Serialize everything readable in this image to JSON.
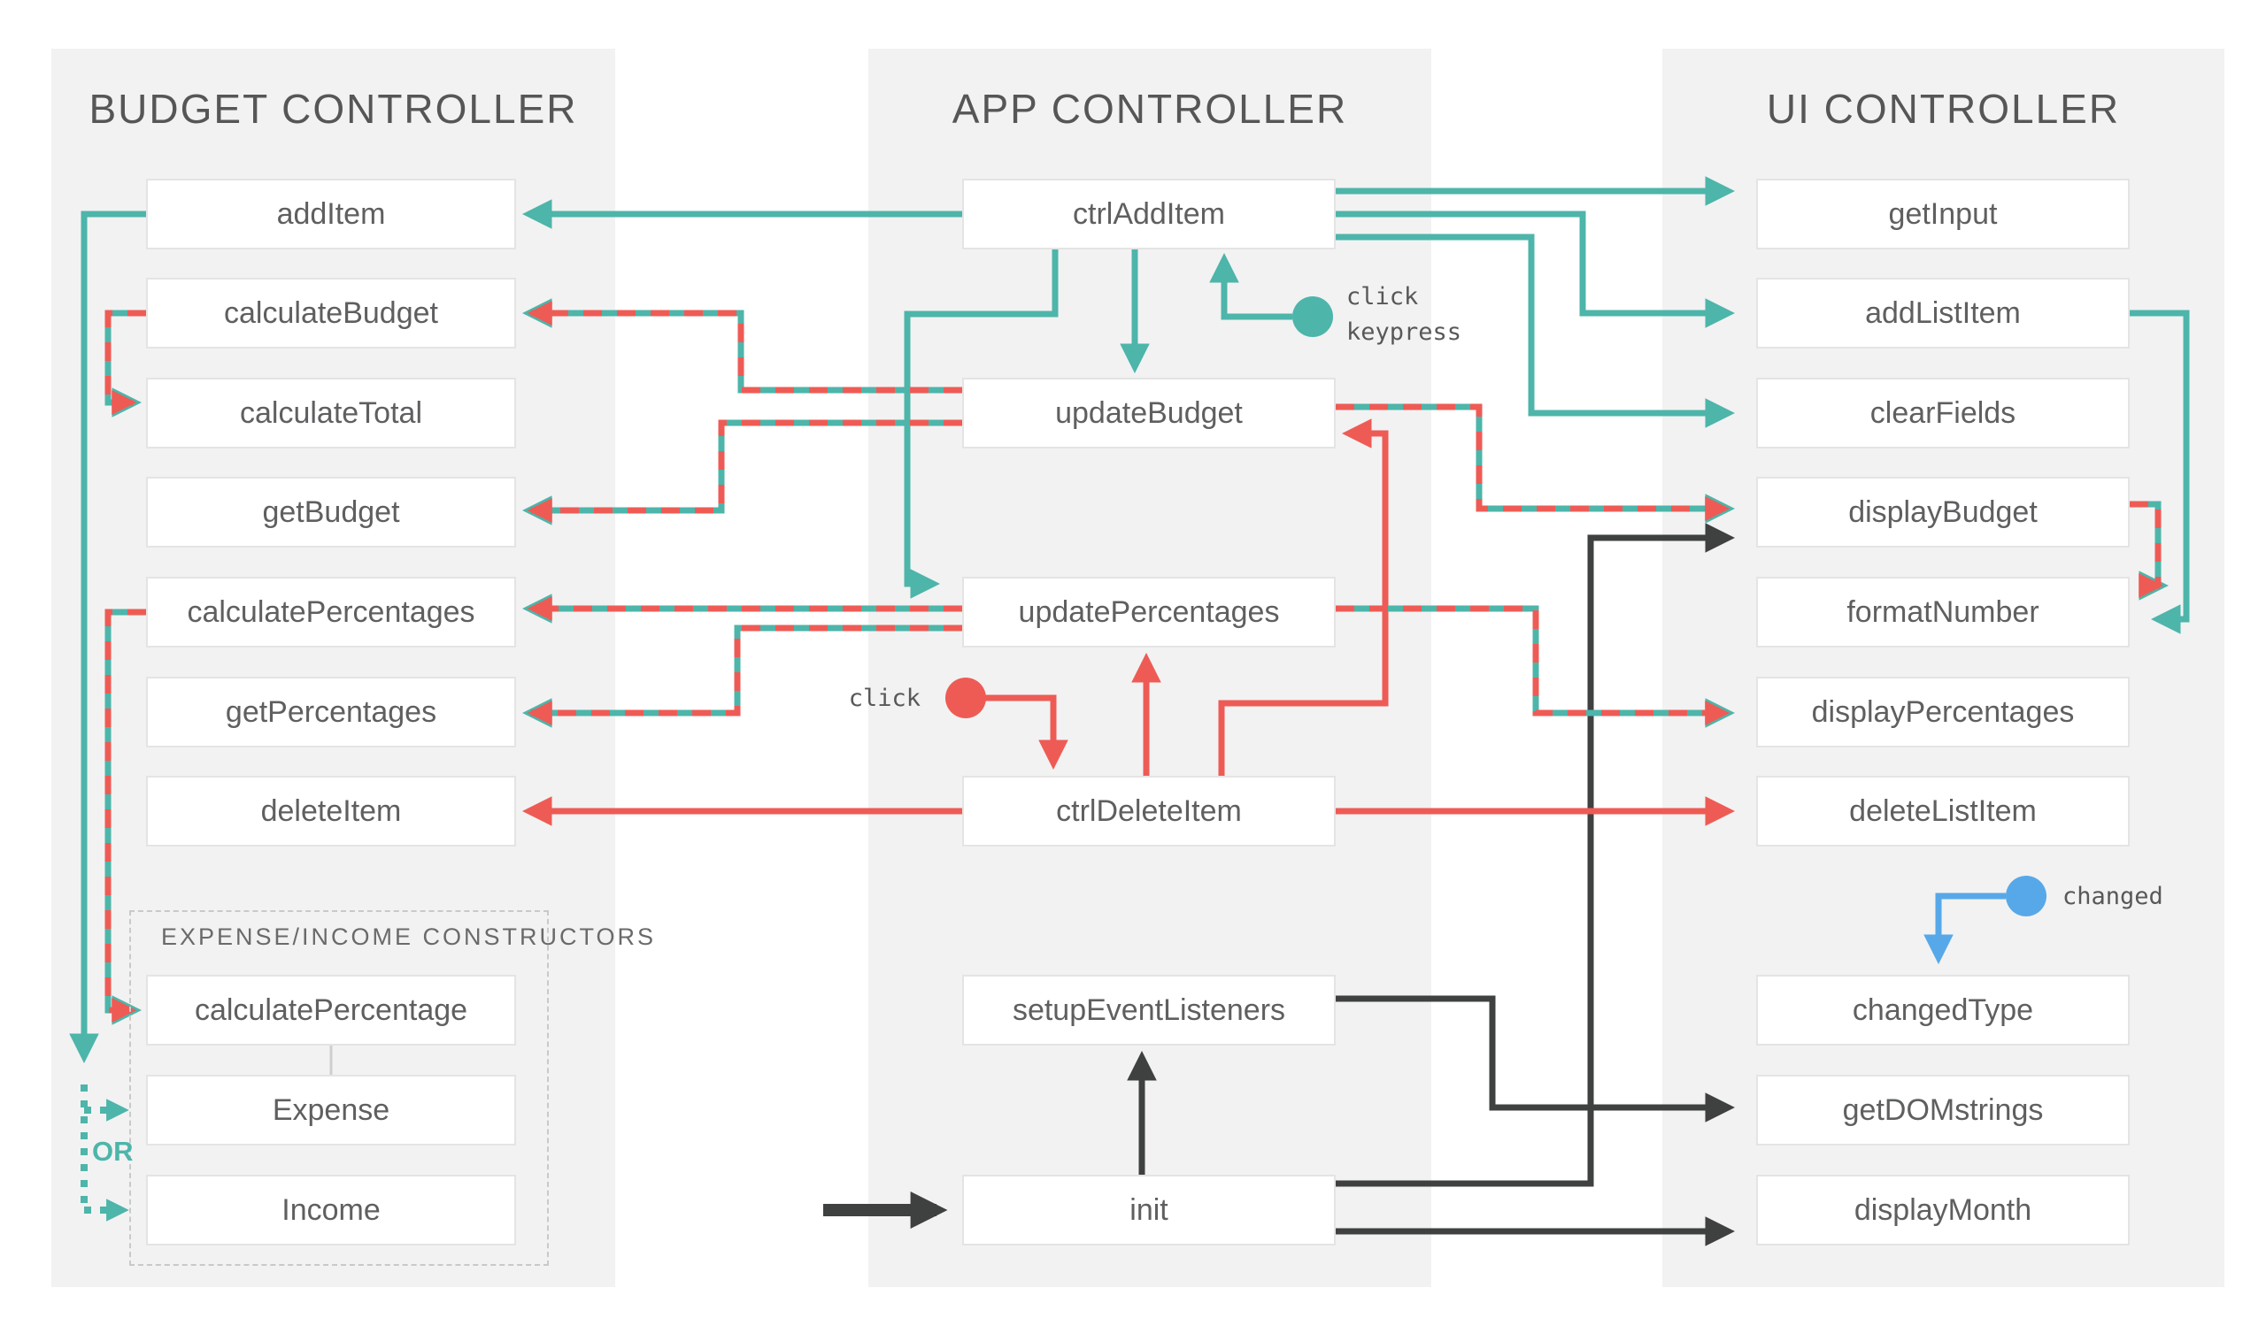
{
  "diagram": {
    "columns": [
      {
        "title": "BUDGET CONTROLLER",
        "boxes": [
          {
            "label": "addItem"
          },
          {
            "label": "calculateBudget"
          },
          {
            "label": "calculateTotal"
          },
          {
            "label": "getBudget"
          },
          {
            "label": "calculatePercentages"
          },
          {
            "label": "getPercentages"
          },
          {
            "label": "deleteItem"
          }
        ]
      },
      {
        "title": "APP CONTROLLER",
        "boxes": [
          {
            "label": "ctrlAddItem"
          },
          {
            "label": "updateBudget"
          },
          {
            "label": "updatePercentages"
          },
          {
            "label": "ctrlDeleteItem"
          },
          {
            "label": "setupEventListeners"
          },
          {
            "label": "init"
          }
        ]
      },
      {
        "title": "UI CONTROLLER",
        "boxes": [
          {
            "label": "getInput"
          },
          {
            "label": "addListItem"
          },
          {
            "label": "clearFields"
          },
          {
            "label": "displayBudget"
          },
          {
            "label": "formatNumber"
          },
          {
            "label": "displayPercentages"
          },
          {
            "label": "deleteListItem"
          },
          {
            "label": "changedType"
          },
          {
            "label": "getDOMstrings"
          },
          {
            "label": "displayMonth"
          }
        ]
      }
    ],
    "constructor_group": {
      "title": "EXPENSE/INCOME CONSTRUCTORS",
      "boxes": [
        {
          "label": "calculatePercentage"
        },
        {
          "label": "Expense"
        },
        {
          "label": "Income"
        }
      ],
      "or_label": "OR"
    },
    "event_badges": [
      {
        "lines": [
          "click",
          "keypress"
        ],
        "color": "teal"
      },
      {
        "lines": [
          "click"
        ],
        "color": "red"
      },
      {
        "lines": [
          "changed"
        ],
        "color": "blue"
      }
    ],
    "colors": {
      "teal": "#4db5aa",
      "red": "#ee5b55",
      "dark": "#3f4040",
      "blue": "#57a8e8",
      "panel": "#f2f2f2",
      "box_border": "#e4e4e4",
      "box_text": "#5e5f61",
      "title_text": "#565656",
      "dashed_border": "#c9c9c9",
      "parent_link": "#cfcfcf"
    },
    "edges": [
      {
        "from": "ctrlAddItem",
        "to": "addItem",
        "color": "teal",
        "style": "solid"
      },
      {
        "from": "ctrlAddItem",
        "to": "getInput",
        "color": "teal",
        "style": "solid"
      },
      {
        "from": "ctrlAddItem",
        "to": "addListItem",
        "color": "teal",
        "style": "solid"
      },
      {
        "from": "ctrlAddItem",
        "to": "clearFields",
        "color": "teal",
        "style": "solid"
      },
      {
        "from": "ctrlAddItem",
        "to": "updateBudget",
        "color": "teal",
        "style": "solid"
      },
      {
        "from": "ctrlAddItem",
        "to": "updatePercentages",
        "color": "teal",
        "style": "solid"
      },
      {
        "from": "click keypress",
        "to": "ctrlAddItem",
        "color": "teal",
        "style": "event"
      },
      {
        "from": "addItem",
        "to": "Expense",
        "color": "teal",
        "style": "dotted"
      },
      {
        "from": "addItem",
        "to": "Income",
        "color": "teal",
        "style": "dotted"
      },
      {
        "from": "addListItem",
        "to": "formatNumber",
        "color": "teal",
        "style": "solid"
      },
      {
        "from": "click",
        "to": "ctrlDeleteItem",
        "color": "red",
        "style": "event"
      },
      {
        "from": "ctrlDeleteItem",
        "to": "updatePercentages",
        "color": "red",
        "style": "solid"
      },
      {
        "from": "ctrlDeleteItem",
        "to": "updateBudget",
        "color": "red",
        "style": "solid"
      },
      {
        "from": "ctrlDeleteItem",
        "to": "deleteItem",
        "color": "red",
        "style": "solid"
      },
      {
        "from": "ctrlDeleteItem",
        "to": "deleteListItem",
        "color": "red",
        "style": "solid"
      },
      {
        "from": "updateBudget",
        "to": "calculateBudget",
        "color": "teal-red",
        "style": "dashed"
      },
      {
        "from": "calculateBudget",
        "to": "calculateTotal",
        "color": "teal-red",
        "style": "dashed"
      },
      {
        "from": "updateBudget",
        "to": "getBudget",
        "color": "teal-red",
        "style": "dashed"
      },
      {
        "from": "updateBudget",
        "to": "displayBudget",
        "color": "teal-red",
        "style": "dashed"
      },
      {
        "from": "displayBudget",
        "to": "formatNumber",
        "color": "teal-red",
        "style": "dashed"
      },
      {
        "from": "updatePercentages",
        "to": "calculatePercentages",
        "color": "teal-red",
        "style": "dashed"
      },
      {
        "from": "updatePercentages",
        "to": "getPercentages",
        "color": "teal-red",
        "style": "dashed"
      },
      {
        "from": "updatePercentages",
        "to": "displayPercentages",
        "color": "teal-red",
        "style": "dashed"
      },
      {
        "from": "calculatePercentages",
        "to": "calculatePercentage",
        "color": "teal-red",
        "style": "dashed"
      },
      {
        "from": "start",
        "to": "init",
        "color": "dark",
        "style": "solid-thick"
      },
      {
        "from": "init",
        "to": "setupEventListeners",
        "color": "dark",
        "style": "solid"
      },
      {
        "from": "init",
        "to": "displayBudget",
        "color": "dark",
        "style": "solid"
      },
      {
        "from": "init",
        "to": "displayMonth",
        "color": "dark",
        "style": "solid"
      },
      {
        "from": "setupEventListeners",
        "to": "getDOMstrings",
        "color": "dark",
        "style": "solid"
      },
      {
        "from": "changed",
        "to": "changedType",
        "color": "blue",
        "style": "event"
      },
      {
        "from": "calculatePercentage",
        "to": "Expense",
        "color": "gray",
        "style": "parent-link"
      }
    ]
  }
}
